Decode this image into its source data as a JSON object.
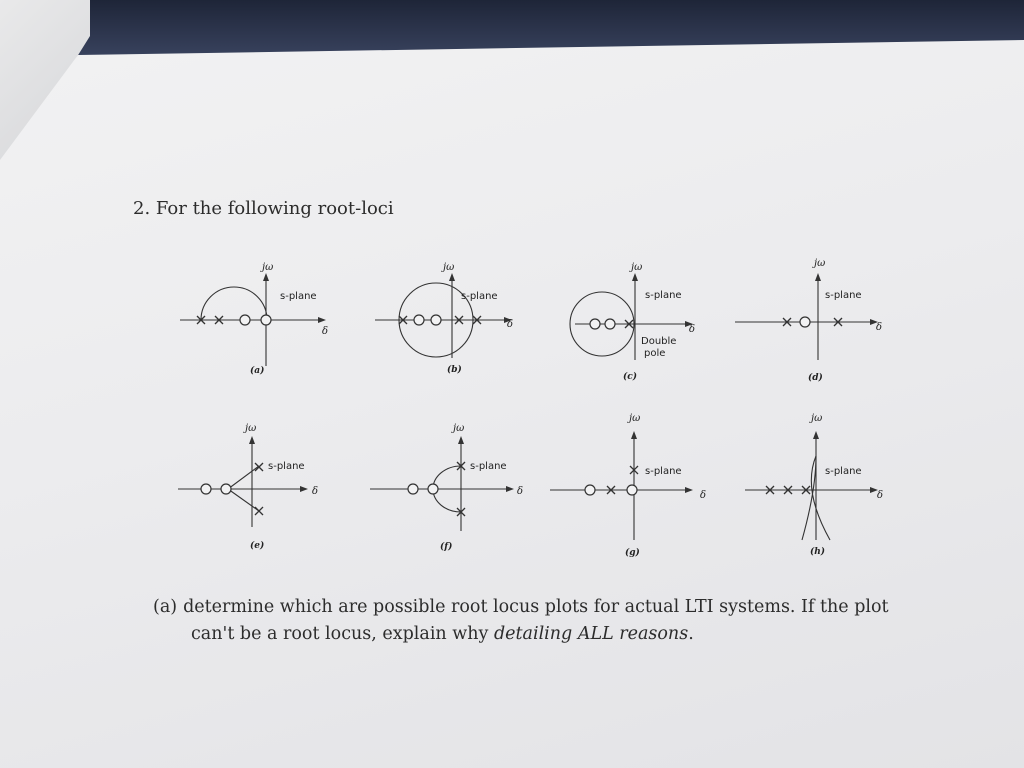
{
  "problem": {
    "heading": "2. For the following root-loci"
  },
  "plot_labels": {
    "vertical_axis": "jω",
    "plane": "s-plane",
    "horizontal_axis": "δ",
    "double_pole": [
      "Double",
      "pole"
    ]
  },
  "captions": [
    "(a)",
    "(b)",
    "(c)",
    "(d)",
    "(e)",
    "(f)",
    "(g)",
    "(h)"
  ],
  "question": {
    "marker": "(a)",
    "line1": "determine which are possible root locus plots for actual LTI systems. If the plot",
    "line2_start": "can't be a root locus, explain why ",
    "line2_emphasis": "detailing ALL reasons",
    "line2_end": "."
  }
}
